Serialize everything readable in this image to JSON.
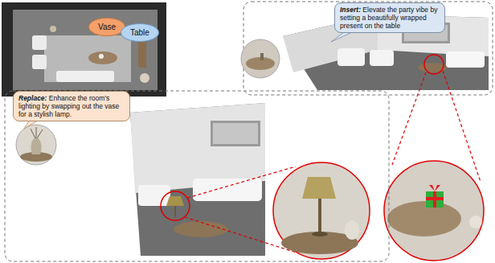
{
  "diagram": {
    "nodes": [
      {
        "text": [
          "Vase"
        ]
      },
      {
        "text": [
          "Table"
        ]
      },
      {
        "text": [
          "Insert:",
          "Elevate the party vibe by setting a beautifully wrapped present on the table"
        ]
      },
      {
        "text": [
          "Replace:",
          "Enhance the room's lighting by swapping out the vase for a stylish lamp."
        ]
      }
    ]
  }
}
